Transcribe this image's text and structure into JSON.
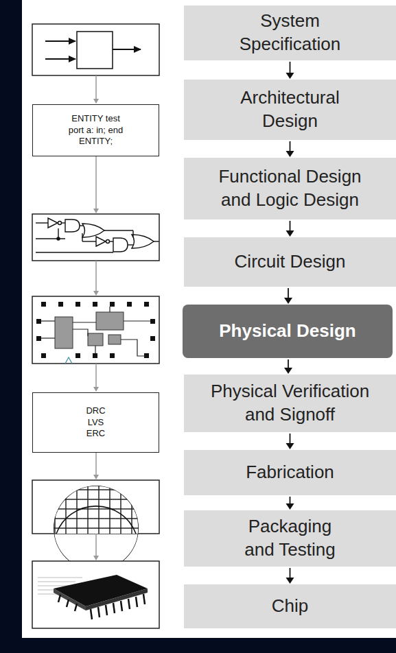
{
  "diagram": {
    "nodes": [
      {
        "text": [
          "System Specification"
        ]
      },
      {
        "text": [
          "ENTITY test port a: in; end ENTITY;"
        ]
      },
      {
        "text": [
          "Architectural Design"
        ]
      },
      {
        "text": [
          "Functional Design and Logic Design"
        ]
      },
      {
        "text": [
          "Circuit Design"
        ]
      },
      {
        "text": [
          "Physical Design"
        ]
      },
      {
        "text": [
          "DRC LVS ERC"
        ]
      },
      {
        "text": [
          "Physical Verification and Signoff"
        ]
      },
      {
        "text": [
          "Fabrication"
        ]
      },
      {
        "text": [
          "Packaging and Testing"
        ]
      },
      {
        "text": [
          "Chip"
        ]
      }
    ],
    "edges": [
      {
        "from": 0,
        "to": 2,
        "arrow": "to"
      },
      {
        "from": 2,
        "to": 3,
        "arrow": "to"
      },
      {
        "from": 3,
        "to": 4,
        "arrow": "to"
      },
      {
        "from": 4,
        "to": 5,
        "arrow": "to"
      },
      {
        "from": 5,
        "to": 7,
        "arrow": "to"
      },
      {
        "from": 7,
        "to": 8,
        "arrow": "to"
      },
      {
        "from": 8,
        "to": 9,
        "arrow": "to"
      },
      {
        "from": 9,
        "to": 10,
        "arrow": "to"
      }
    ]
  }
}
